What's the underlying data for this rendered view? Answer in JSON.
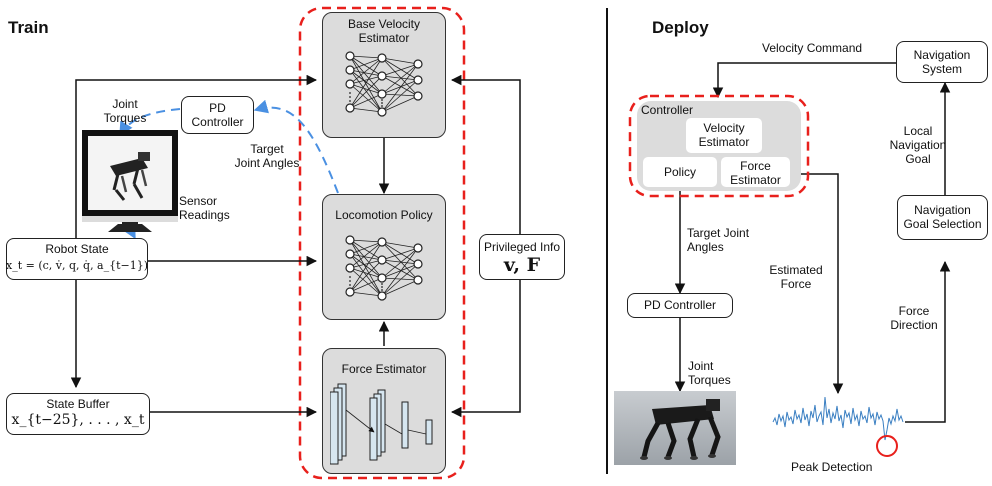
{
  "train": {
    "title": "Train",
    "base_velocity_estimator": "Base Velocity\nEstimator",
    "locomotion_policy": "Locomotion Policy",
    "force_estimator": "Force Estimator",
    "pd_controller": "PD\nController",
    "joint_torques": "Joint\nTorques",
    "target_joint_angles": "Target\nJoint Angles",
    "sensor_readings": "Sensor\nReadings",
    "robot_state_title": "Robot State",
    "robot_state_formula": "x_t = (c, v̇, q, q̇, a_{t−1})",
    "state_buffer_title": "State Buffer",
    "state_buffer_formula": "x_{t−25}, . . . , x_t",
    "privileged_info_title": "Privileged Info",
    "privileged_info_formula": "v, F"
  },
  "deploy": {
    "title": "Deploy",
    "velocity_command": "Velocity Command",
    "navigation_system": "Navigation\nSystem",
    "controller": "Controller",
    "velocity_estimator": "Velocity\nEstimator",
    "policy": "Policy",
    "force_estimator": "Force\nEstimator",
    "local_navigation_goal": "Local\nNavigation\nGoal",
    "navigation_goal_selection": "Navigation\nGoal Selection",
    "target_joint_angles": "Target Joint\nAngles",
    "estimated_force": "Estimated\nForce",
    "force_direction": "Force\nDirection",
    "pd_controller": "PD Controller",
    "joint_torques": "Joint\nTorques",
    "peak_detection": "Peak Detection"
  },
  "colors": {
    "red_dashed": "#e8201c",
    "blue_dashed": "#4a90e2",
    "gray_fill": "#dcdcdc",
    "force_layer": "#d6e6f0"
  }
}
